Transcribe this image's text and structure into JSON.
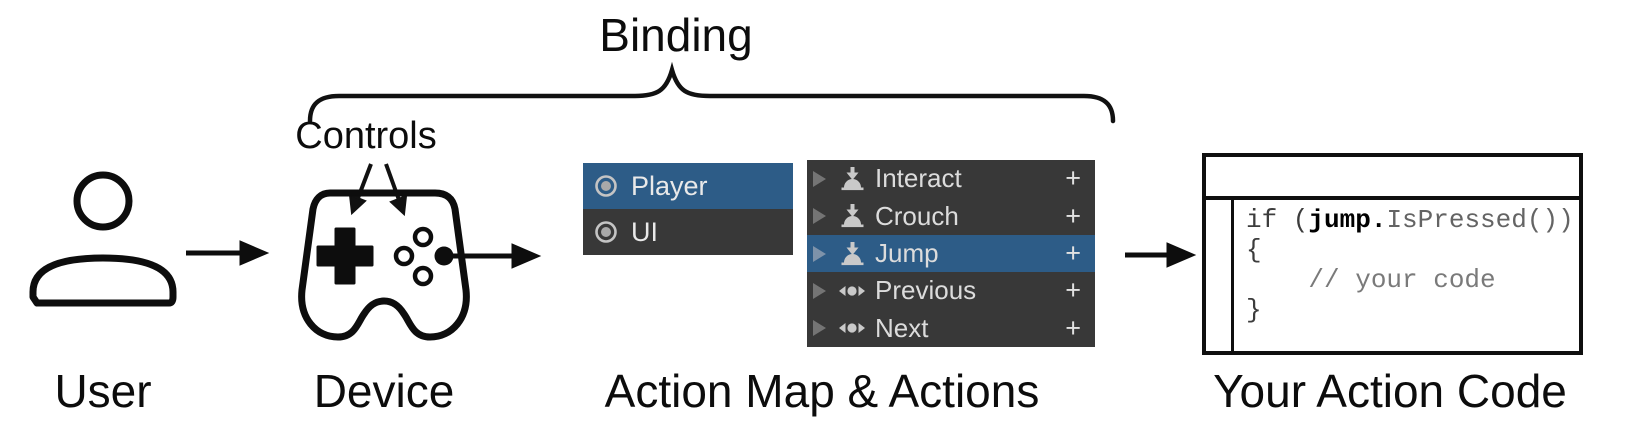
{
  "labels": {
    "binding": "Binding",
    "controls": "Controls",
    "user": "User",
    "device": "Device",
    "action_map": "Action Map & Actions",
    "action_code": "Your Action Code"
  },
  "action_map_panel": {
    "items": [
      {
        "label": "Player",
        "icon": "action-map-icon",
        "selected": true
      },
      {
        "label": "UI",
        "icon": "action-map-icon",
        "selected": false
      }
    ]
  },
  "actions_panel": {
    "items": [
      {
        "label": "Interact",
        "icon": "button-control-icon",
        "add": "+",
        "selected": false
      },
      {
        "label": "Crouch",
        "icon": "button-control-icon",
        "add": "+",
        "selected": false
      },
      {
        "label": "Jump",
        "icon": "button-control-icon",
        "add": "+",
        "selected": true
      },
      {
        "label": "Previous",
        "icon": "axis-control-icon",
        "add": "+",
        "selected": false
      },
      {
        "label": "Next",
        "icon": "axis-control-icon",
        "add": "+",
        "selected": false
      }
    ]
  },
  "code": {
    "line1_prefix": "if (",
    "line1_bold": "jump.",
    "line1_suffix": "IsPressed())",
    "line2": "{",
    "line3": "    // your code",
    "line4": "}"
  },
  "colors": {
    "selection_blue": "#2d5c87",
    "panel_dark": "#383838",
    "row_text": "#dcdcdc",
    "icon_gray": "#c9c9c9",
    "diagram_stroke": "#111111",
    "code_comment": "#7a7a7a"
  }
}
